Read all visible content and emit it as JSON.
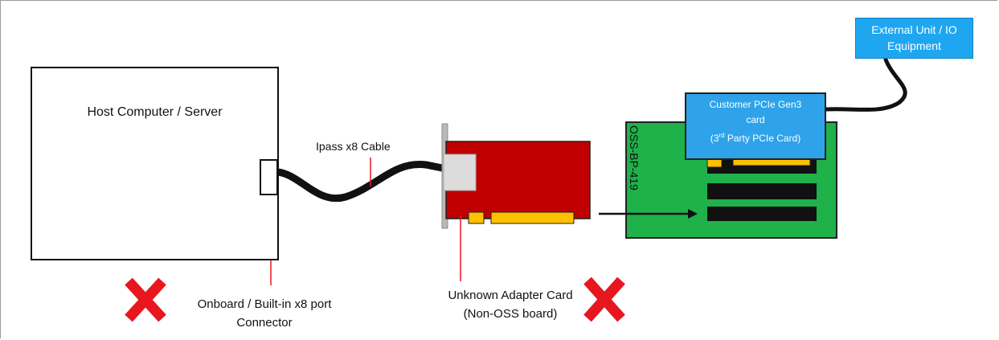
{
  "host": {
    "label": "Host Computer / Server"
  },
  "cable": {
    "label": "Ipass x8 Cable"
  },
  "onboard_port": {
    "line1": "Onboard / Built-in x8 port",
    "line2": "Connector"
  },
  "adapter": {
    "line1": "Unknown Adapter Card",
    "line2": "(Non-OSS board)"
  },
  "external": {
    "line1": "External Unit / IO",
    "line2": "Equipment"
  },
  "customer_card": {
    "line1": "Customer PCIe  Gen3",
    "line2": "card",
    "line3_pre": "(3",
    "line3_sup": "rd",
    "line3_post": " Party PCIe Card)"
  },
  "backplane": {
    "label": "OSS-BP-419"
  },
  "colors": {
    "adapter_red": "#c00000",
    "backplane_green": "#1fb14a",
    "card_blue": "#2ea3ea",
    "connector_gold": "#ffc000",
    "x_mark_red": "#e8161e"
  },
  "icons": {
    "x_mark": "red-x-icon",
    "arrow": "right-arrow-icon"
  }
}
